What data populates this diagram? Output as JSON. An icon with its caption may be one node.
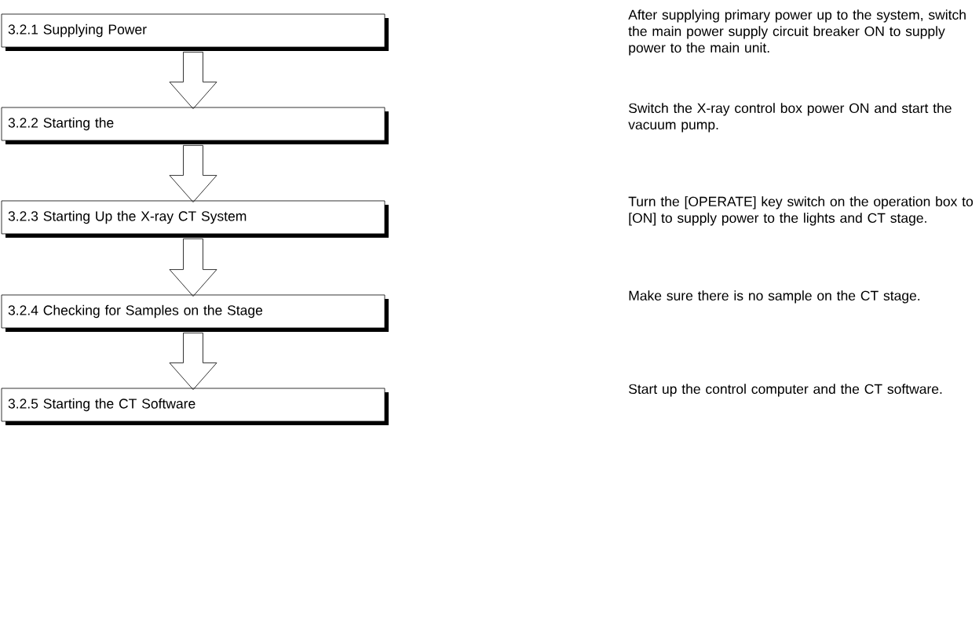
{
  "diagram": {
    "nodes": [
      {
        "text": [
          "3.2.1 Supplying Power"
        ]
      },
      {
        "text": [
          "3.2.2 Starting the"
        ]
      },
      {
        "text": [
          "3.2.3 Starting Up the X-ray CT System"
        ]
      },
      {
        "text": [
          "3.2.4 Checking for Samples on the Stage"
        ]
      },
      {
        "text": [
          "3.2.5 Starting the CT Software"
        ]
      }
    ],
    "edges": [
      {
        "from": 0,
        "to": 1,
        "arrow": "to"
      },
      {
        "from": 1,
        "to": 2,
        "arrow": "to"
      },
      {
        "from": 2,
        "to": 3,
        "arrow": "to"
      },
      {
        "from": 3,
        "to": 4,
        "arrow": "to"
      }
    ],
    "labels": [
      "After supplying primary power up to the system, switch the main power supply circuit breaker ON to supply power to the main unit.",
      "Switch the X-ray control box power ON and start the vacuum pump.",
      "Turn the [OPERATE] key switch on the operation box to [ON] to supply power to the lights and CT stage.",
      "Make sure there is no sample on the CT stage.",
      "Start up the control computer and the CT software."
    ]
  }
}
